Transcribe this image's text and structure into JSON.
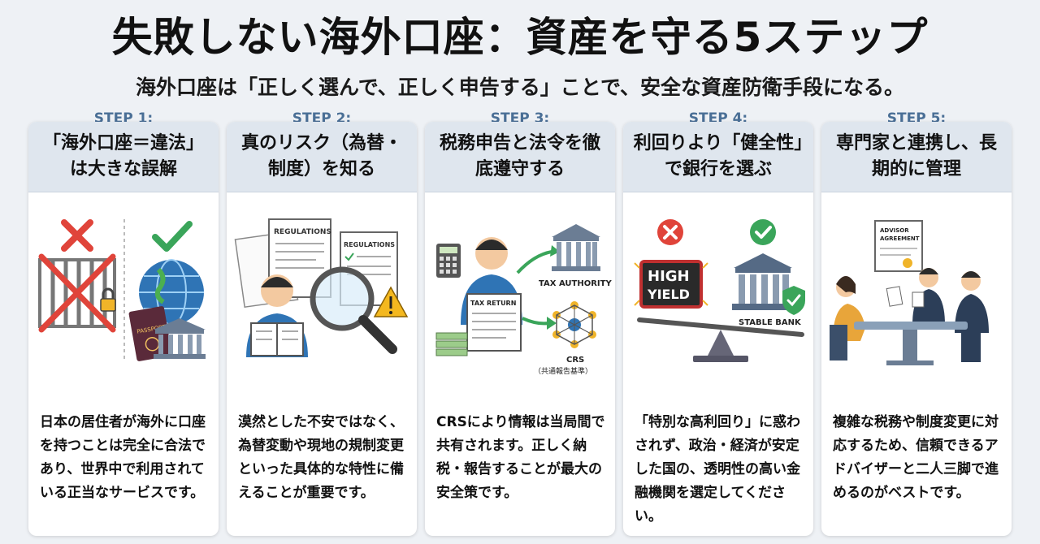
{
  "title": "失敗しない海外口座：資産を守る5ステップ",
  "subtitle": "海外口座は「正しく選んで、正しく申告する」ことで、安全な資産防衛手段になる。",
  "steps": [
    {
      "label": "STEP 1:",
      "heading": "「海外口座＝違法」は大きな誤解",
      "illustration_labels": [
        "PASSPORT"
      ],
      "icons": [
        "cross-icon",
        "jail-bars-icon",
        "padlock-icon",
        "check-icon",
        "globe-icon",
        "passport-icon",
        "bank-icon"
      ],
      "body": "日本の居住者が海外に口座を持つことは完全に合法であり、世界中で利用されている正当なサービスです。"
    },
    {
      "label": "STEP 2:",
      "heading": "真のリスク（為替・制度）を知る",
      "illustration_labels": [
        "REGULATIONS",
        "REGULATIONS"
      ],
      "icons": [
        "document-icon",
        "magnifier-icon",
        "warning-icon",
        "person-reading-icon"
      ],
      "body": "漠然とした不安ではなく、為替変動や現地の規制変更といった具体的な特性に備えることが重要です。"
    },
    {
      "label": "STEP 3:",
      "heading": "税務申告と法令を徹底遵守する",
      "illustration_labels": [
        "TAX RETURN",
        "TAX AUTHORITY",
        "CRS",
        "（共通報告基準）"
      ],
      "icons": [
        "calculator-icon",
        "person-icon",
        "tax-return-icon",
        "cash-stack-icon",
        "bank-icon",
        "network-icon",
        "arrow-icon"
      ],
      "body": "CRSにより情報は当局間で共有されます。正しく納税・報告することが最大の安全策です。"
    },
    {
      "label": "STEP 4:",
      "heading": "利回りより「健全性」で銀行を選ぶ",
      "illustration_labels": [
        "HIGH",
        "YIELD",
        "STABLE BANK"
      ],
      "icons": [
        "cross-icon",
        "check-icon",
        "high-yield-sign-icon",
        "bank-icon",
        "shield-check-icon",
        "balance-scale-icon"
      ],
      "body": "「特別な高利回り」に惑わされず、政治・経済が安定した国の、透明性の高い金融機関を選定してください。"
    },
    {
      "label": "STEP 5:",
      "heading": "専門家と連携し、長期的に管理",
      "illustration_labels": [
        "ADVISOR",
        "AGREEMENT"
      ],
      "icons": [
        "agreement-document-icon",
        "meeting-people-icon",
        "table-icon"
      ],
      "body": "複雑な税務や制度変更に対応するため、信頼できるアドバイザーと二人三脚で進めるのがベストです。"
    }
  ],
  "colors": {
    "background": "#eef1f5",
    "card": "#ffffff",
    "card_header": "#dfe6ee",
    "step_label": "#4a6f96",
    "accent_red": "#e0443a",
    "accent_green": "#3aa55a",
    "accent_blue": "#2f74b5",
    "navy": "#2c3e58"
  }
}
